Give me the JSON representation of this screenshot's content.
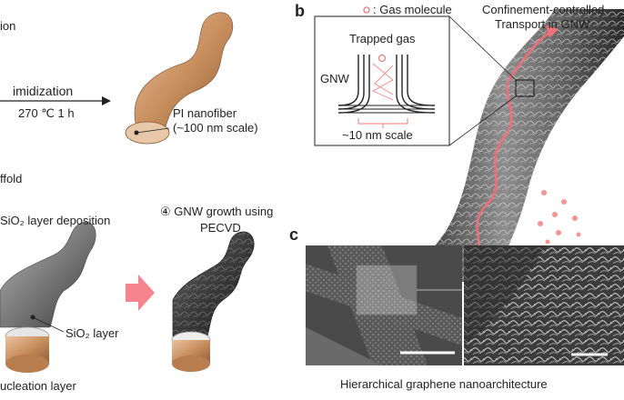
{
  "panel_a": {
    "label_top_cut": "ion",
    "arrow_label_1": "imidization",
    "arrow_label_2": "270 ℃ 1 h",
    "nanofiber_label_1": "PI nanofiber",
    "nanofiber_label_2": "(~100 nm scale)",
    "scaffold_cut": "ffold",
    "step3_label": "SiO₂ layer deposition",
    "step4_label_1": "④ GNW growth using",
    "step4_label_2": "PECVD",
    "sio2_label": "SiO₂ layer",
    "nucleation_cut": "ucleation layer"
  },
  "panel_b": {
    "letter": "b",
    "legend_text": ": Gas molecule",
    "title_1": "Confinement-controlled",
    "title_2": "Transport in GNW",
    "inset_title": "Trapped gas",
    "inset_gnw": "GNW",
    "inset_scale": "~10 nm scale"
  },
  "panel_c": {
    "letter": "c",
    "caption": "Hierarchical graphene nanoarchitecture"
  },
  "colors": {
    "gas": "#f07a7a",
    "pi_fiber": "#c98f5e",
    "gnw_dark": "#555555",
    "arrow_pink": "#f36f7a"
  }
}
